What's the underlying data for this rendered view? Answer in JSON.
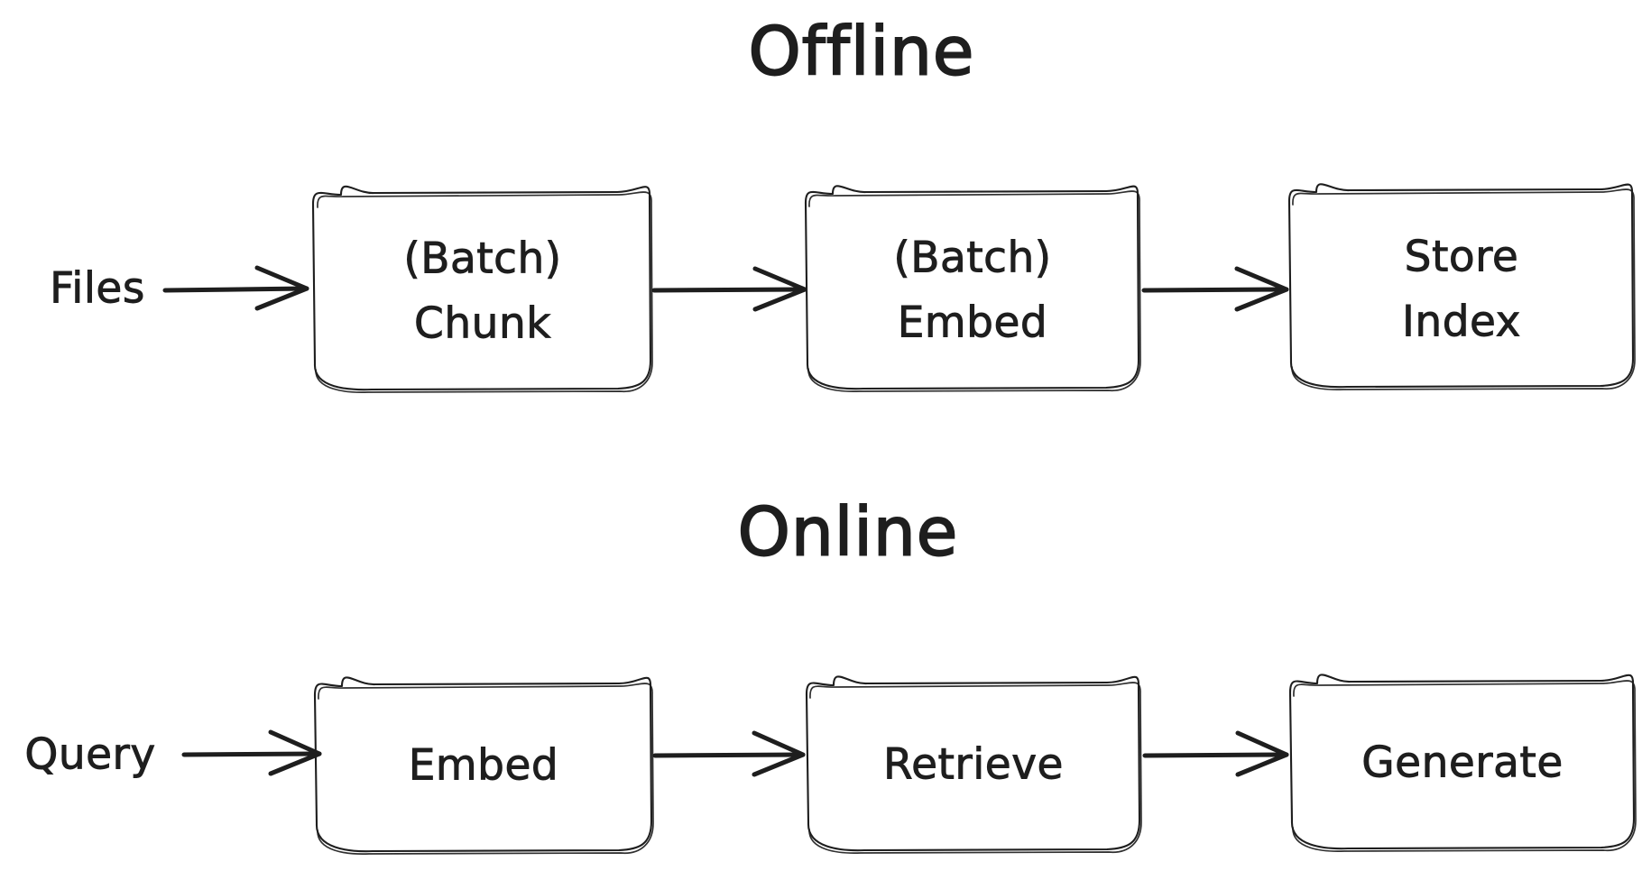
{
  "diagram": {
    "background_color": "#ffffff",
    "stroke_color": "#1e1e1e",
    "style": "hand-drawn-sketch",
    "sections": [
      {
        "id": "offline",
        "title": "Offline",
        "input_label": "Files",
        "nodes": [
          {
            "id": "batch-chunk",
            "line1": "(Batch)",
            "line2": "Chunk"
          },
          {
            "id": "batch-embed",
            "line1": "(Batch)",
            "line2": "Embed"
          },
          {
            "id": "store-index",
            "line1": "Store",
            "line2": "Index"
          }
        ],
        "arrows": [
          "Files-to-batch-chunk",
          "batch-chunk-to-batch-embed",
          "batch-embed-to-store-index"
        ]
      },
      {
        "id": "online",
        "title": "Online",
        "input_label": "Query",
        "nodes": [
          {
            "id": "embed",
            "line1": "Embed",
            "line2": ""
          },
          {
            "id": "retrieve",
            "line1": "Retrieve",
            "line2": ""
          },
          {
            "id": "generate",
            "line1": "Generate",
            "line2": ""
          }
        ],
        "arrows": [
          "Query-to-embed",
          "embed-to-retrieve",
          "retrieve-to-generate"
        ]
      }
    ]
  }
}
